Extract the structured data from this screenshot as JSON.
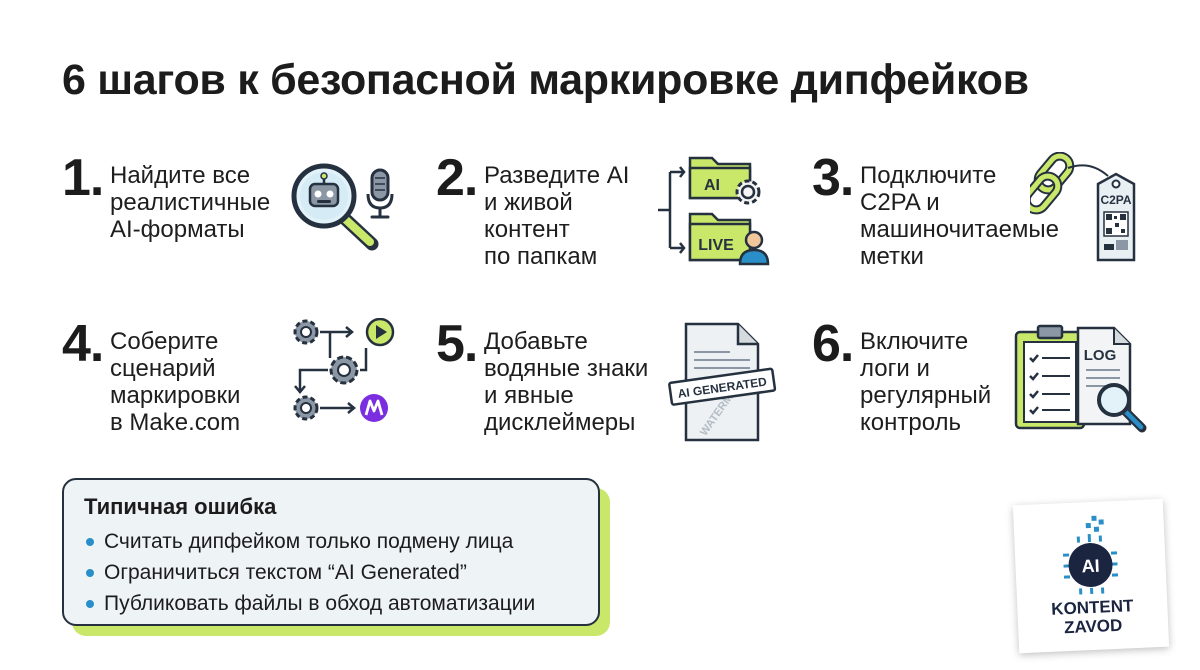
{
  "title": "6 шагов к безопасной маркировке дипфейков",
  "steps": [
    {
      "number": "1.",
      "text": "Найдите все\nреалистичные\nAI-форматы"
    },
    {
      "number": "2.",
      "text": "Разведите AI\nи живой\nконтент\nпо папкам",
      "folder_ai": "AI",
      "folder_live": "LIVE"
    },
    {
      "number": "3.",
      "text": "Подключите\nC2PA и\nмашиночитаемые\nметки",
      "tag": "C2PA"
    },
    {
      "number": "4.",
      "text": "Соберите\nсценарий\nмаркировки\nв Make.com"
    },
    {
      "number": "5.",
      "text": "Добавьте\nводяные знаки\nи явные\nдисклеймеры",
      "stamp": "AI GENERATED",
      "watermark": "WATERMARK"
    },
    {
      "number": "6.",
      "text": "Включите\nлоги и\nрегулярный\nконтроль",
      "doc": "LOG"
    }
  ],
  "mistake": {
    "title": "Типичная ошибка",
    "items": [
      "Считать дипфейком только подмену лица",
      "Ограничиться текстом “AI Generated”",
      "Публиковать файлы в обход автоматизации"
    ]
  },
  "logo": {
    "chip": "AI",
    "line1": "KONTENT",
    "line2": "ZAVOD"
  },
  "colors": {
    "accent_green": "#c9e86a",
    "accent_blue": "#2a8fc8",
    "dark": "#263140"
  }
}
